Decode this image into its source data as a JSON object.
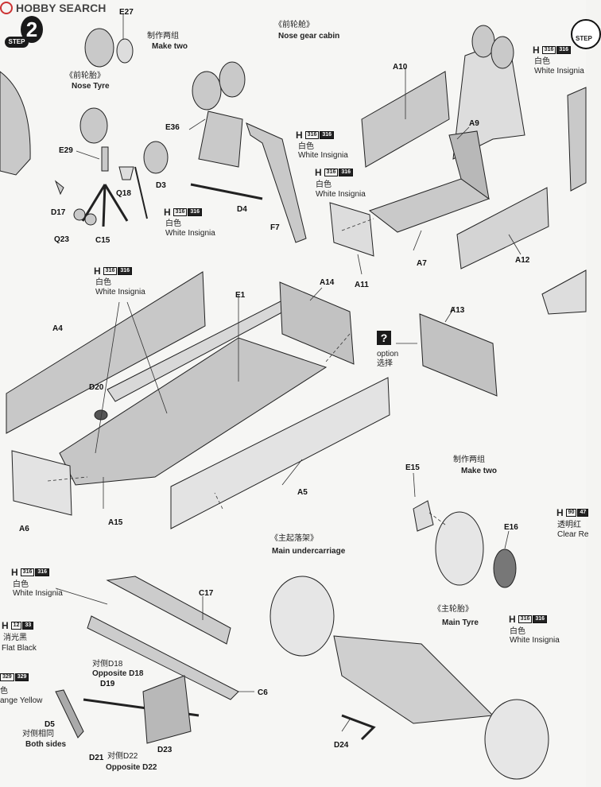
{
  "header": {
    "logo_text": "HOBBY SEARCH",
    "step_number": "2",
    "step_word": "STEP",
    "step_word_next": "STEP"
  },
  "paint": {
    "h_prefix": "H",
    "white_code": "316",
    "white_cn": "白色",
    "white_en": "White Insignia",
    "flat_black_codes": [
      "12",
      "33"
    ],
    "flat_black_cn": "消光黑",
    "flat_black_en": "Flat Black",
    "orange_codes": [
      "329",
      "329"
    ],
    "orange_cn": "色",
    "orange_en": "ange Yellow",
    "clear_codes": [
      "90",
      "47"
    ],
    "clear_cn": "透明红",
    "clear_en": "Clear Re"
  },
  "captions": {
    "make_two_cn": "制作两组",
    "make_two_en": "Make two",
    "nose_tyre_cn": "《前轮胎》",
    "nose_tyre_en": "Nose Tyre",
    "nose_gear_cabin_cn": "《前轮舱》",
    "nose_gear_cabin_en": "Nose gear cabin",
    "option_en": "option",
    "option_cn": "选择",
    "option_symbol": "?",
    "main_undercarriage_cn": "《主起落架》",
    "main_undercarriage_en": "Main undercarriage",
    "main_tyre_cn": "《主轮胎》",
    "main_tyre_en": "Main Tyre",
    "opposite_d18_cn": "对侧D18",
    "opposite_d18_en": "Opposite D18",
    "opposite_d22_cn": "对侧D22",
    "opposite_d22_en": "Opposite D22",
    "both_sides_cn": "对侧相同",
    "both_sides_en": "Both sides"
  },
  "parts": {
    "E27": "E27",
    "E29": "E29",
    "D17": "D17",
    "Q23": "Q23",
    "C15": "C15",
    "Q18": "Q18",
    "D3": "D3",
    "E36": "E36",
    "D4": "D4",
    "F7": "F7",
    "A10": "A10",
    "A9": "A9",
    "A7": "A7",
    "A11": "A11",
    "A12": "A12",
    "A4": "A4",
    "E1": "E1",
    "A14": "A14",
    "A13": "A13",
    "D20": "D20",
    "A6": "A6",
    "A15": "A15",
    "A5": "A5",
    "E15": "E15",
    "E16": "E16",
    "C17": "C17",
    "C6": "C6",
    "D19": "D19",
    "D5": "D5",
    "D21": "D21",
    "D23": "D23",
    "D24": "D24"
  }
}
